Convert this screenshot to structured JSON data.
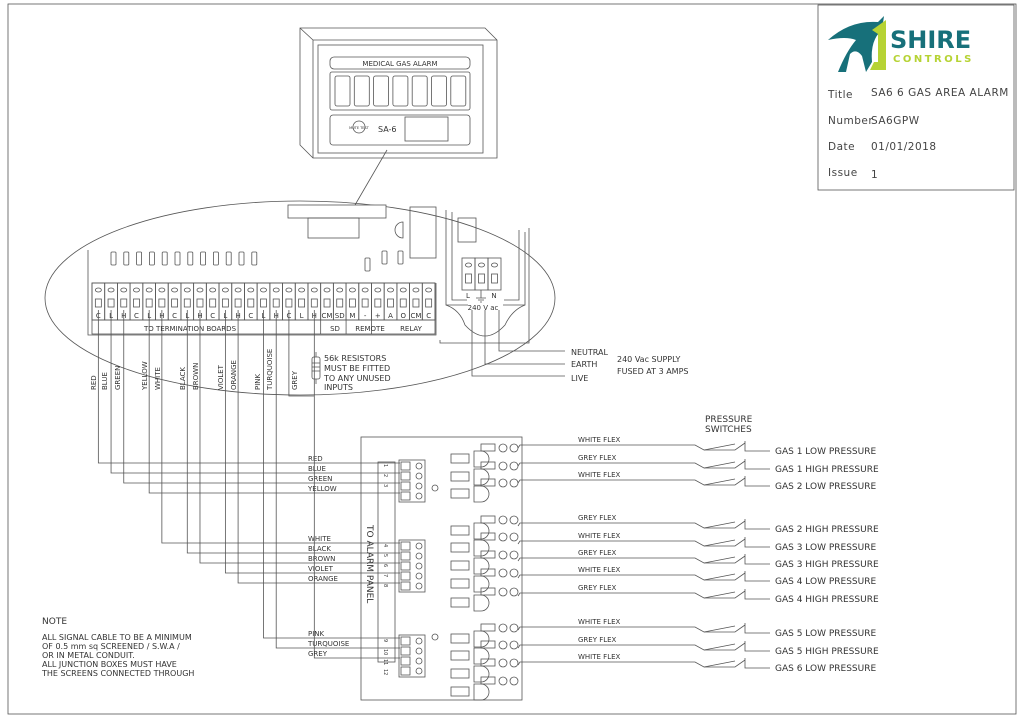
{
  "title_block": {
    "logo": {
      "word1": "SHIRE",
      "word2": "CONTROLS",
      "color_primary": "#17707a",
      "color_secondary": "#b6d334"
    },
    "rows": [
      {
        "label": "Title",
        "value": "SA6 6 GAS AREA ALARM"
      },
      {
        "label": "Number",
        "value": "SA6GPW"
      },
      {
        "label": "Date",
        "value": "01/01/2018"
      },
      {
        "label": "Issue",
        "value": "1"
      }
    ]
  },
  "alarm_panel": {
    "heading": "MEDICAL GAS ALARM",
    "button": "MUTE TEST",
    "model": "SA-6"
  },
  "pcb": {
    "terminal_letters": [
      "C",
      "L",
      "H",
      "C",
      "L",
      "H",
      "C",
      "L",
      "H",
      "C",
      "L",
      "H",
      "C",
      "L",
      "H",
      "C",
      "L",
      "H",
      "CM",
      "SD",
      "M",
      "-",
      "+",
      "A",
      "O",
      "CM",
      "C"
    ],
    "groups": [
      "TO TERMINATION BOARDS",
      "SD",
      "REMOTE",
      "RELAY"
    ],
    "supply_terminals": [
      "L",
      "N"
    ],
    "supply_label": "240 V ac"
  },
  "wire_colors": [
    "RED",
    "BLUE",
    "GREEN",
    "YELLOW",
    "WHITE",
    "BLACK",
    "BROWN",
    "VIOLET",
    "ORANGE",
    "PINK",
    "TURQUOISE",
    "GREY"
  ],
  "resistor_note": [
    "56k RESISTORS",
    "MUST BE FITTED",
    "TO ANY UNUSED",
    "INPUTS"
  ],
  "supply": {
    "lines": [
      "NEUTRAL",
      "EARTH",
      "LIVE"
    ],
    "note": [
      "240 Vac SUPPLY",
      "FUSED AT 3 AMPS"
    ]
  },
  "junction_box": {
    "label": "TO ALARM PANEL",
    "terminal_numbers": [
      "1",
      "2",
      "3",
      "4",
      "5",
      "6",
      "7",
      "8",
      "9",
      "10",
      "11",
      "12"
    ]
  },
  "pressure_switches": {
    "heading": [
      "PRESSURE",
      "SWITCHES"
    ],
    "rows": [
      {
        "flex": "WHITE FLEX",
        "gas": "GAS 1 LOW PRESSURE"
      },
      {
        "flex": "GREY FLEX",
        "gas": "GAS 1 HIGH PRESSURE"
      },
      {
        "flex": "WHITE FLEX",
        "gas": "GAS 2 LOW PRESSURE"
      },
      {
        "flex": "GREY FLEX",
        "gas": "GAS 2 HIGH PRESSURE"
      },
      {
        "flex": "WHITE FLEX",
        "gas": "GAS 3 LOW PRESSURE"
      },
      {
        "flex": "GREY FLEX",
        "gas": "GAS 3 HIGH PRESSURE"
      },
      {
        "flex": "WHITE FLEX",
        "gas": "GAS 4 LOW PRESSURE"
      },
      {
        "flex": "GREY FLEX",
        "gas": "GAS 4 HIGH PRESSURE"
      },
      {
        "flex": "WHITE FLEX",
        "gas": "GAS 5 LOW PRESSURE"
      },
      {
        "flex": "GREY FLEX",
        "gas": "GAS 5 HIGH PRESSURE"
      },
      {
        "flex": "WHITE FLEX",
        "gas": "GAS 6 LOW PRESSURE"
      }
    ]
  },
  "note": {
    "heading": "NOTE",
    "lines": [
      "ALL SIGNAL CABLE TO BE A MINIMUM",
      "OF 0.5 mm sq SCREENED / S.W.A /",
      "OR IN METAL CONDUIT.",
      "ALL JUNCTION BOXES MUST HAVE",
      "THE SCREENS CONNECTED THROUGH"
    ]
  }
}
